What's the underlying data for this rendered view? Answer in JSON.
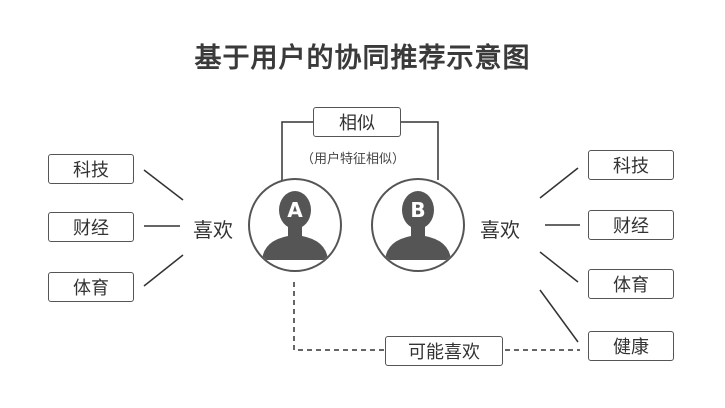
{
  "title": "基于用户的协同推荐示意图",
  "similar": {
    "label": "相似",
    "note": "（用户特征相似）"
  },
  "users": [
    {
      "letter": "A"
    },
    {
      "letter": "B"
    }
  ],
  "likes_label": "喜欢",
  "left_interests": [
    "科技",
    "财经",
    "体育"
  ],
  "right_interests": [
    "科技",
    "财经",
    "体育",
    "健康"
  ],
  "maybe_like": "可能喜欢",
  "colors": {
    "line": "#333333",
    "avatar_fill": "#555555"
  }
}
